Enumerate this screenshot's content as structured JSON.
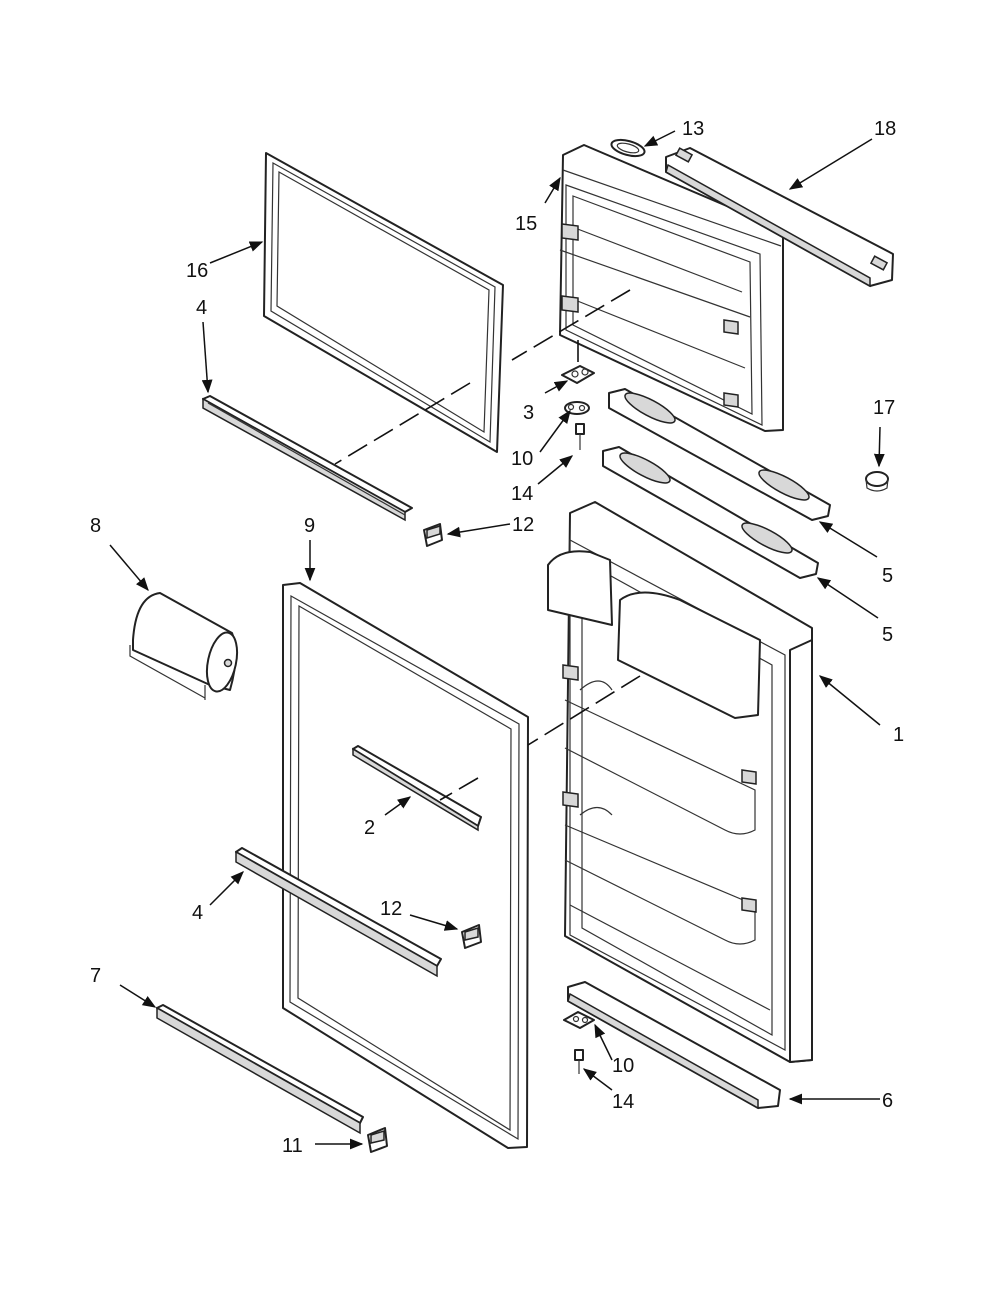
{
  "callouts": {
    "c1": "1",
    "c2": "2",
    "c3": "3",
    "c4a": "4",
    "c4b": "4",
    "c5a": "5",
    "c5b": "5",
    "c6": "6",
    "c7": "7",
    "c8": "8",
    "c9": "9",
    "c10a": "10",
    "c10b": "10",
    "c11": "11",
    "c12a": "12",
    "c12b": "12",
    "c13": "13",
    "c14a": "14",
    "c14b": "14",
    "c15": "15",
    "c16": "16",
    "c17": "17",
    "c18": "18"
  }
}
